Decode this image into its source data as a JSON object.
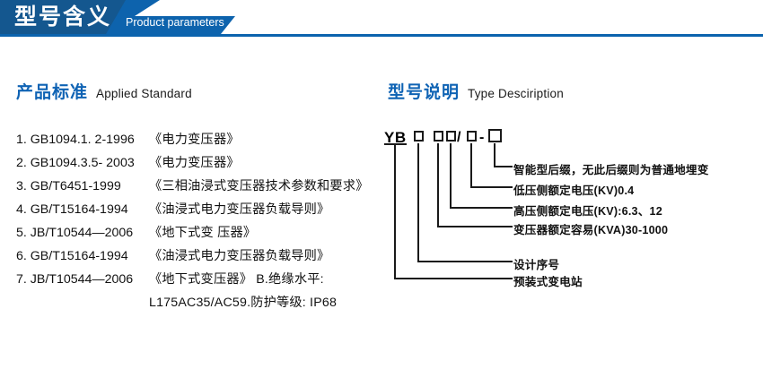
{
  "banner": {
    "title_cn": "型号含义",
    "title_en": "Product parameters",
    "color_dark": "#14578f",
    "color_light": "#0d63ad",
    "rule_color": "#0b63ae"
  },
  "standards_section": {
    "heading_cn": "产品标准",
    "heading_en": "Applied Standard",
    "accent_color": "#0f63b4",
    "items": [
      {
        "code": "1. GB1094.1. 2-1996",
        "name": "《电力变压器》"
      },
      {
        "code": "2. GB1094.3.5- 2003",
        "name": "《电力变压器》"
      },
      {
        "code": "3. GB/T6451-1999",
        "name": "《三相油浸式变压器技术参数和要求》"
      },
      {
        "code": "4. GB/T15164-1994",
        "name": "《油浸式电力变压器负载导则》"
      },
      {
        "code": "5. JB/T10544—2006",
        "name": "《地下式变 压器》"
      },
      {
        "code": "6. GB/T15164-1994",
        "name": "《油浸式电力变压器负载导则》"
      },
      {
        "code": "7. JB/T10544—2006",
        "name": "《地下式变压器》 B.绝缘水平:"
      },
      {
        "code": "",
        "name": "L175AC35/AC59.防护等级: IP68"
      }
    ]
  },
  "type_section": {
    "heading_cn": "型号说明",
    "heading_en": "Type Desciription",
    "accent_color": "#0f63b4",
    "model_code": {
      "prefix": "YB",
      "slash": "/",
      "dash": "-",
      "boxes": 5
    },
    "annotations": [
      {
        "text": "智能型后缀，无此后缀则为普通地埋变"
      },
      {
        "text": "低压侧额定电压(KV)0.4"
      },
      {
        "text": "高压侧额定电压(KV):6.3、12"
      },
      {
        "text": "变压器额定容易(KVA)30-1000"
      },
      {
        "text": "设计序号"
      },
      {
        "text": "预装式变电站"
      }
    ]
  }
}
